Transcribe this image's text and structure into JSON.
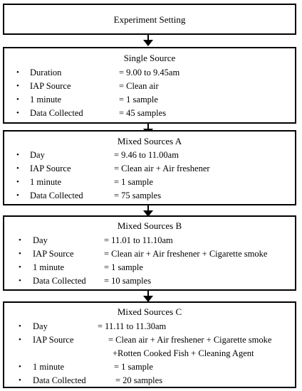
{
  "header": {
    "title": "Experiment Setting"
  },
  "sections": [
    {
      "title": "Single Source",
      "rows": [
        {
          "label": "Duration",
          "value": "= 9.00 to 9.45am"
        },
        {
          "label": "IAP Source",
          "value": "= Clean air"
        },
        {
          "label": "1 minute",
          "value": "= 1 sample"
        },
        {
          "label": "Data Collected",
          "value": "= 45 samples"
        }
      ]
    },
    {
      "title": "Mixed Sources A",
      "rows": [
        {
          "label": "Day",
          "value": "= 9.46 to 11.00am"
        },
        {
          "label": "IAP Source",
          "value": "= Clean air + Air freshener"
        },
        {
          "label": "1 minute",
          "value": "= 1 sample"
        },
        {
          "label": "Data Collected",
          "value": "= 75 samples"
        }
      ]
    },
    {
      "title": "Mixed Sources B",
      "rows": [
        {
          "label": "Day",
          "value": "= 11.01 to 11.10am"
        },
        {
          "label": "IAP Source",
          "value": "= Clean air + Air freshener + Cigarette smoke"
        },
        {
          "label": "1 minute",
          "value": "= 1 sample"
        },
        {
          "label": "Data Collected",
          "value": "= 10 samples"
        }
      ]
    },
    {
      "title": "Mixed Sources C",
      "rows": [
        {
          "label": "Day",
          "value": "= 11.11 to 11.30am"
        },
        {
          "label": "IAP Source",
          "value": "= Clean air + Air freshener + Cigarette smoke",
          "value2": "+Rotten Cooked Fish + Cleaning Agent"
        },
        {
          "label": "1 minute",
          "value": "= 1 sample"
        },
        {
          "label": "Data Collected",
          "value": "= 20 samples"
        }
      ]
    }
  ],
  "bullet_glyph": "•"
}
